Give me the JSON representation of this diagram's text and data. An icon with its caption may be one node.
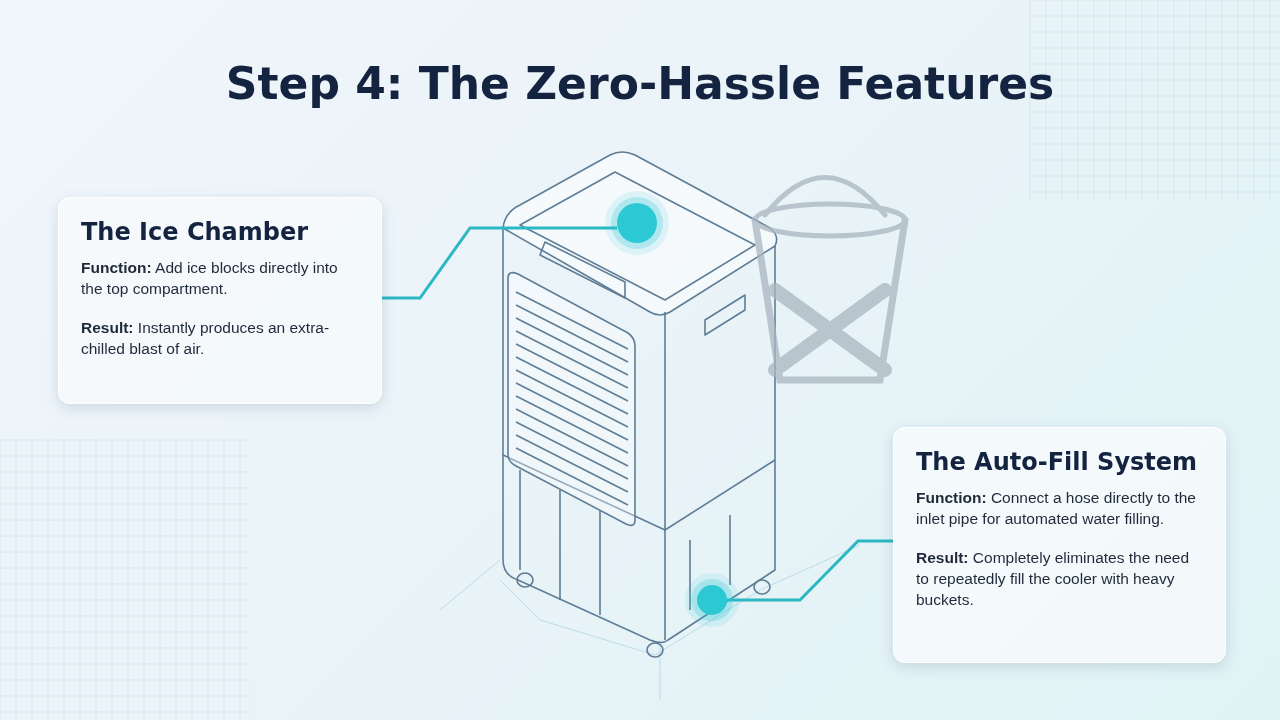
{
  "diagram": {
    "title": "Step 4: The Zero-Hassle Features",
    "nodes": [
      {
        "text": [
          "The Ice Chamber",
          "**Function:** Add ice blocks directly into the top compartment.",
          "**Result:** Instantly produces an extra-chilled blast of air."
        ]
      },
      {
        "text": [
          "The Auto-Fill System",
          "**Function:** Connect a hose directly to the inlet pipe for automated water filling.",
          "**Result:** Completely eliminates the need to repeatedly fill the cooler with heavy buckets."
        ]
      },
      {
        "text": [],
        "shape": "circle"
      },
      {
        "text": [],
        "shape": "circle"
      }
    ],
    "edges": [
      {
        "from": 0,
        "to": 2,
        "arrow": "none"
      },
      {
        "from": 1,
        "to": 3,
        "arrow": "none"
      }
    ]
  }
}
